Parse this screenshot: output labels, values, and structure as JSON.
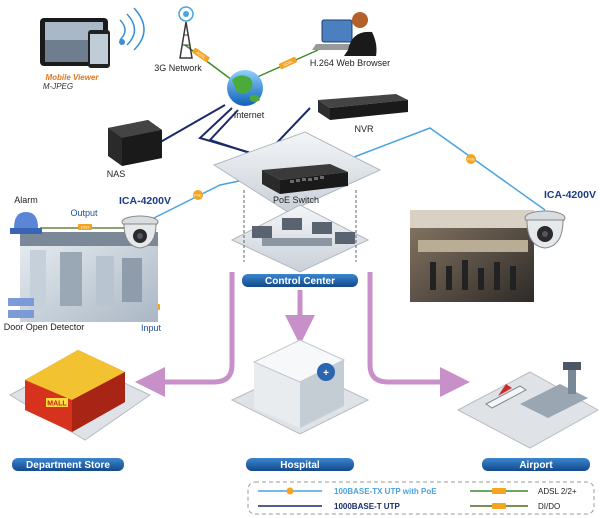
{
  "devices": {
    "mobile_viewer": "Mobile Viewer",
    "mjpeg": "M-JPEG",
    "network_3g": "3G Network",
    "web_browser": "H.264 Web Browser",
    "internet": "Internet",
    "nas": "NAS",
    "nvr": "NVR",
    "poe_switch": "PoE Switch",
    "control_center": "Control Center",
    "alarm": "Alarm",
    "output": "Output",
    "input": "Input",
    "door_detector": "Door Open Detector",
    "camera_left": "ICA-4200V",
    "camera_right": "ICA-4200V"
  },
  "badges": {
    "poe": "PoE",
    "adsl": "ADSL",
    "dio": "DI/O"
  },
  "sites": {
    "department_store": "Department Store",
    "hospital": "Hospital",
    "airport": "Airport",
    "store_sign": "MALL"
  },
  "legend": {
    "poe_utp": "100BASE-TX UTP with PoE",
    "gigabit_utp": "1000BASE-T UTP",
    "adsl": "ADSL 2/2+",
    "dido": "DI/DO"
  },
  "colors": {
    "poe_line": "#4aa3df",
    "gigabit_line": "#1b2a6b",
    "adsl_line": "#3f8a2a",
    "dido_line": "#4a6a1a",
    "arrow": "#c890c8",
    "pill": "#1c5ea8",
    "badge": "#f4a41e"
  }
}
